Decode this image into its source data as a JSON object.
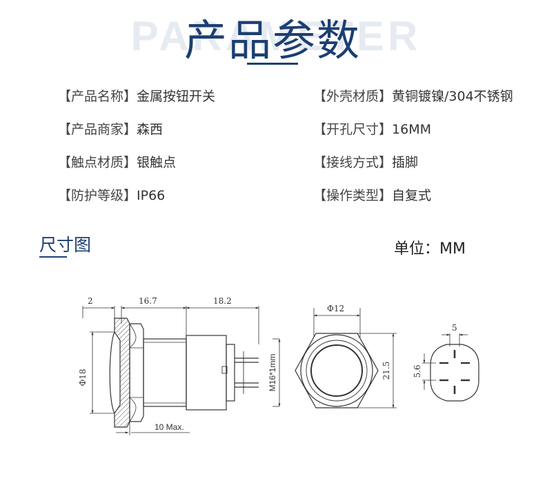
{
  "header": {
    "watermark": "PARAMETER",
    "title": "产品参数"
  },
  "params": [
    {
      "label": "【产品名称】",
      "value": "金属按钮开关"
    },
    {
      "label": "【外壳材质】",
      "value": "黄铜镀镍/304不锈钢"
    },
    {
      "label": "【产品商家】",
      "value": "森西"
    },
    {
      "label": "【开孔尺寸】",
      "value": "16MM"
    },
    {
      "label": "【触点材质】",
      "value": "银触点"
    },
    {
      "label": "【接线方式】",
      "value": "插脚"
    },
    {
      "label": "【防护等级】",
      "value": "IP66"
    },
    {
      "label": "【操作类型】",
      "value": "自复式"
    }
  ],
  "dimension_section": {
    "title": "尺寸图",
    "unit": "单位：MM"
  },
  "dimensions": {
    "side_top_1": "2",
    "side_top_2": "16.7",
    "side_top_3": "18.2",
    "side_diameter": "Φ18",
    "side_thread": "M16*1mm",
    "side_bottom": "10 Max.",
    "front_diameter": "Φ12",
    "front_height": "21.5",
    "pin_width": "5",
    "pin_height": "5.6"
  },
  "colors": {
    "title": "#1c3f72",
    "text": "#333333",
    "watermark": "#e6ebf2"
  }
}
